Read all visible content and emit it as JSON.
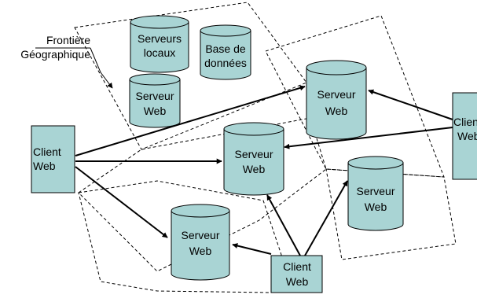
{
  "diagram": {
    "frontier_label": {
      "line1": "Frontière",
      "line2": "Géographique"
    },
    "servers": [
      {
        "id": "local",
        "line1": "Serveurs",
        "line2": "locaux"
      },
      {
        "id": "db",
        "line1": "Base de",
        "line2": "données"
      },
      {
        "id": "web-left-region",
        "line1": "Serveur",
        "line2": "Web"
      },
      {
        "id": "web-top-right",
        "line1": "Serveur",
        "line2": "Web"
      },
      {
        "id": "web-center",
        "line1": "Serveur",
        "line2": "Web"
      },
      {
        "id": "web-right",
        "line1": "Serveur",
        "line2": "Web"
      },
      {
        "id": "web-bottom-left",
        "line1": "Serveur",
        "line2": "Web"
      }
    ],
    "clients": [
      {
        "id": "client-left",
        "line1": "Client",
        "line2": "Web"
      },
      {
        "id": "client-right",
        "line1": "Client",
        "line2": "Web"
      },
      {
        "id": "client-bottom",
        "line1": "Client",
        "line2": "Web"
      }
    ],
    "colors": {
      "fill": "#a9d4d4",
      "stroke": "#000000"
    }
  }
}
